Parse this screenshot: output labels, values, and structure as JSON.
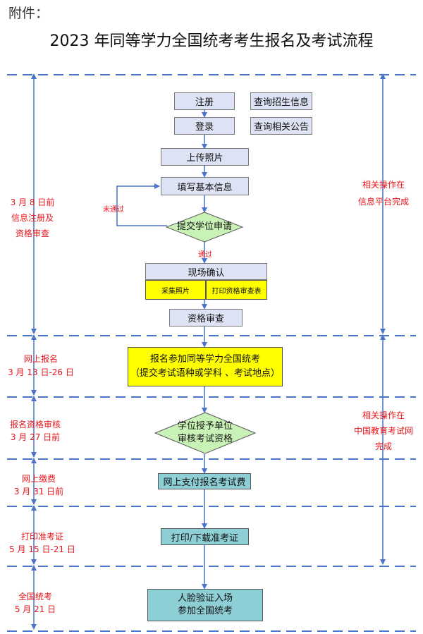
{
  "header": {
    "attachment": "附件：",
    "title": "2023 年同等学力全国统考考生报名及考试流程"
  },
  "flow": {
    "register": "注册",
    "login": "登录",
    "query_enroll": "查询招生信息",
    "query_notice": "查询相关公告",
    "upload_photo": "上传照片",
    "fill_info": "填写基本信息",
    "submit_degree": "提交学位申请",
    "not_passed": "未通过",
    "passed": "通过",
    "onsite_confirm": "现场确认",
    "collect_photo": "采集照片",
    "print_form": "打印资格审查表",
    "qual_review": "资格审查",
    "apply_exam_line1": "报名参加同等学力全国统考",
    "apply_exam_line2": "（提交考试语种或学科 、考试地点）",
    "unit_review_line1": "学位授予单位",
    "unit_review_line2": "审核考试资格",
    "pay_fee": "网上支付报名考试费",
    "print_ticket": "打印/下载准考证",
    "exam_line1": "人脸验证入场",
    "exam_line2": "参加全国统考"
  },
  "stages": [
    {
      "line1": "3 月 8 日前",
      "line2": "信息注册及",
      "line3": "资格审查"
    },
    {
      "line1": "网上报名",
      "line2": "3 月 13 日-26 日"
    },
    {
      "line1": "报名资格审核",
      "line2": "3 月 27 日前"
    },
    {
      "line1": "网上缴费",
      "line2": "3 月 31 日前"
    },
    {
      "line1": "打印准考证",
      "line2": "5 月 15 日-21 日"
    },
    {
      "line1": "全国统考",
      "line2": "5 月 21 日"
    }
  ],
  "right_notes": {
    "platform_line1": "相关操作在",
    "platform_line2": "信息平台完成",
    "neea_line1": "相关操作在",
    "neea_line2": "中国教育考试网",
    "neea_line3": "完成"
  },
  "colors": {
    "dash": "#4a74c9",
    "red": "#e8141a",
    "yellow": "#ffff00",
    "teal": "#8ecfd6",
    "lavender": "#dde3f4"
  }
}
